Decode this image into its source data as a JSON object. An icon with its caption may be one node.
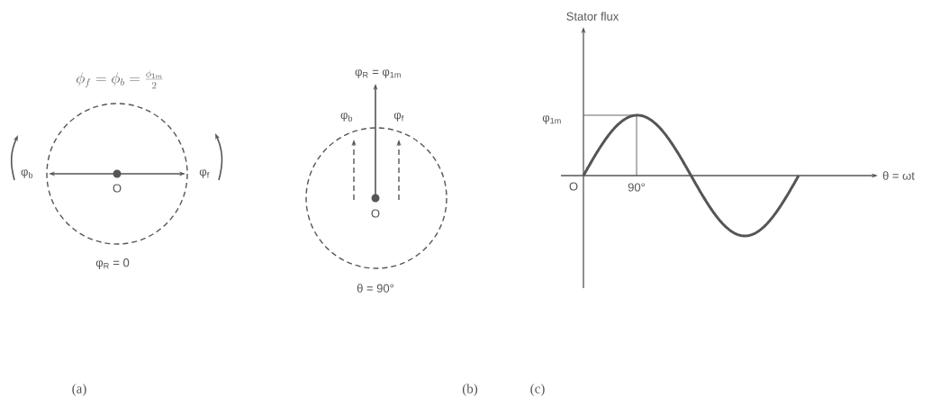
{
  "diagram": {
    "labels": [
      "Stator flux",
      "φ$_{R}$ = φ$_{1m}$",
      "\\phi_f = \\phi_b = \\frac{\\phi_{1m}}{2}",
      "φ$_{b}$",
      "φ$_{f}$",
      "φ$_{1m}$",
      "φ$_{b}$",
      "φ$_{f}$",
      "θ = ωt",
      "O",
      "O",
      "90°",
      "O",
      "φ$_{R}$ = 0",
      "θ = 90°",
      "(a)",
      "(b)",
      "(c)"
    ]
  }
}
